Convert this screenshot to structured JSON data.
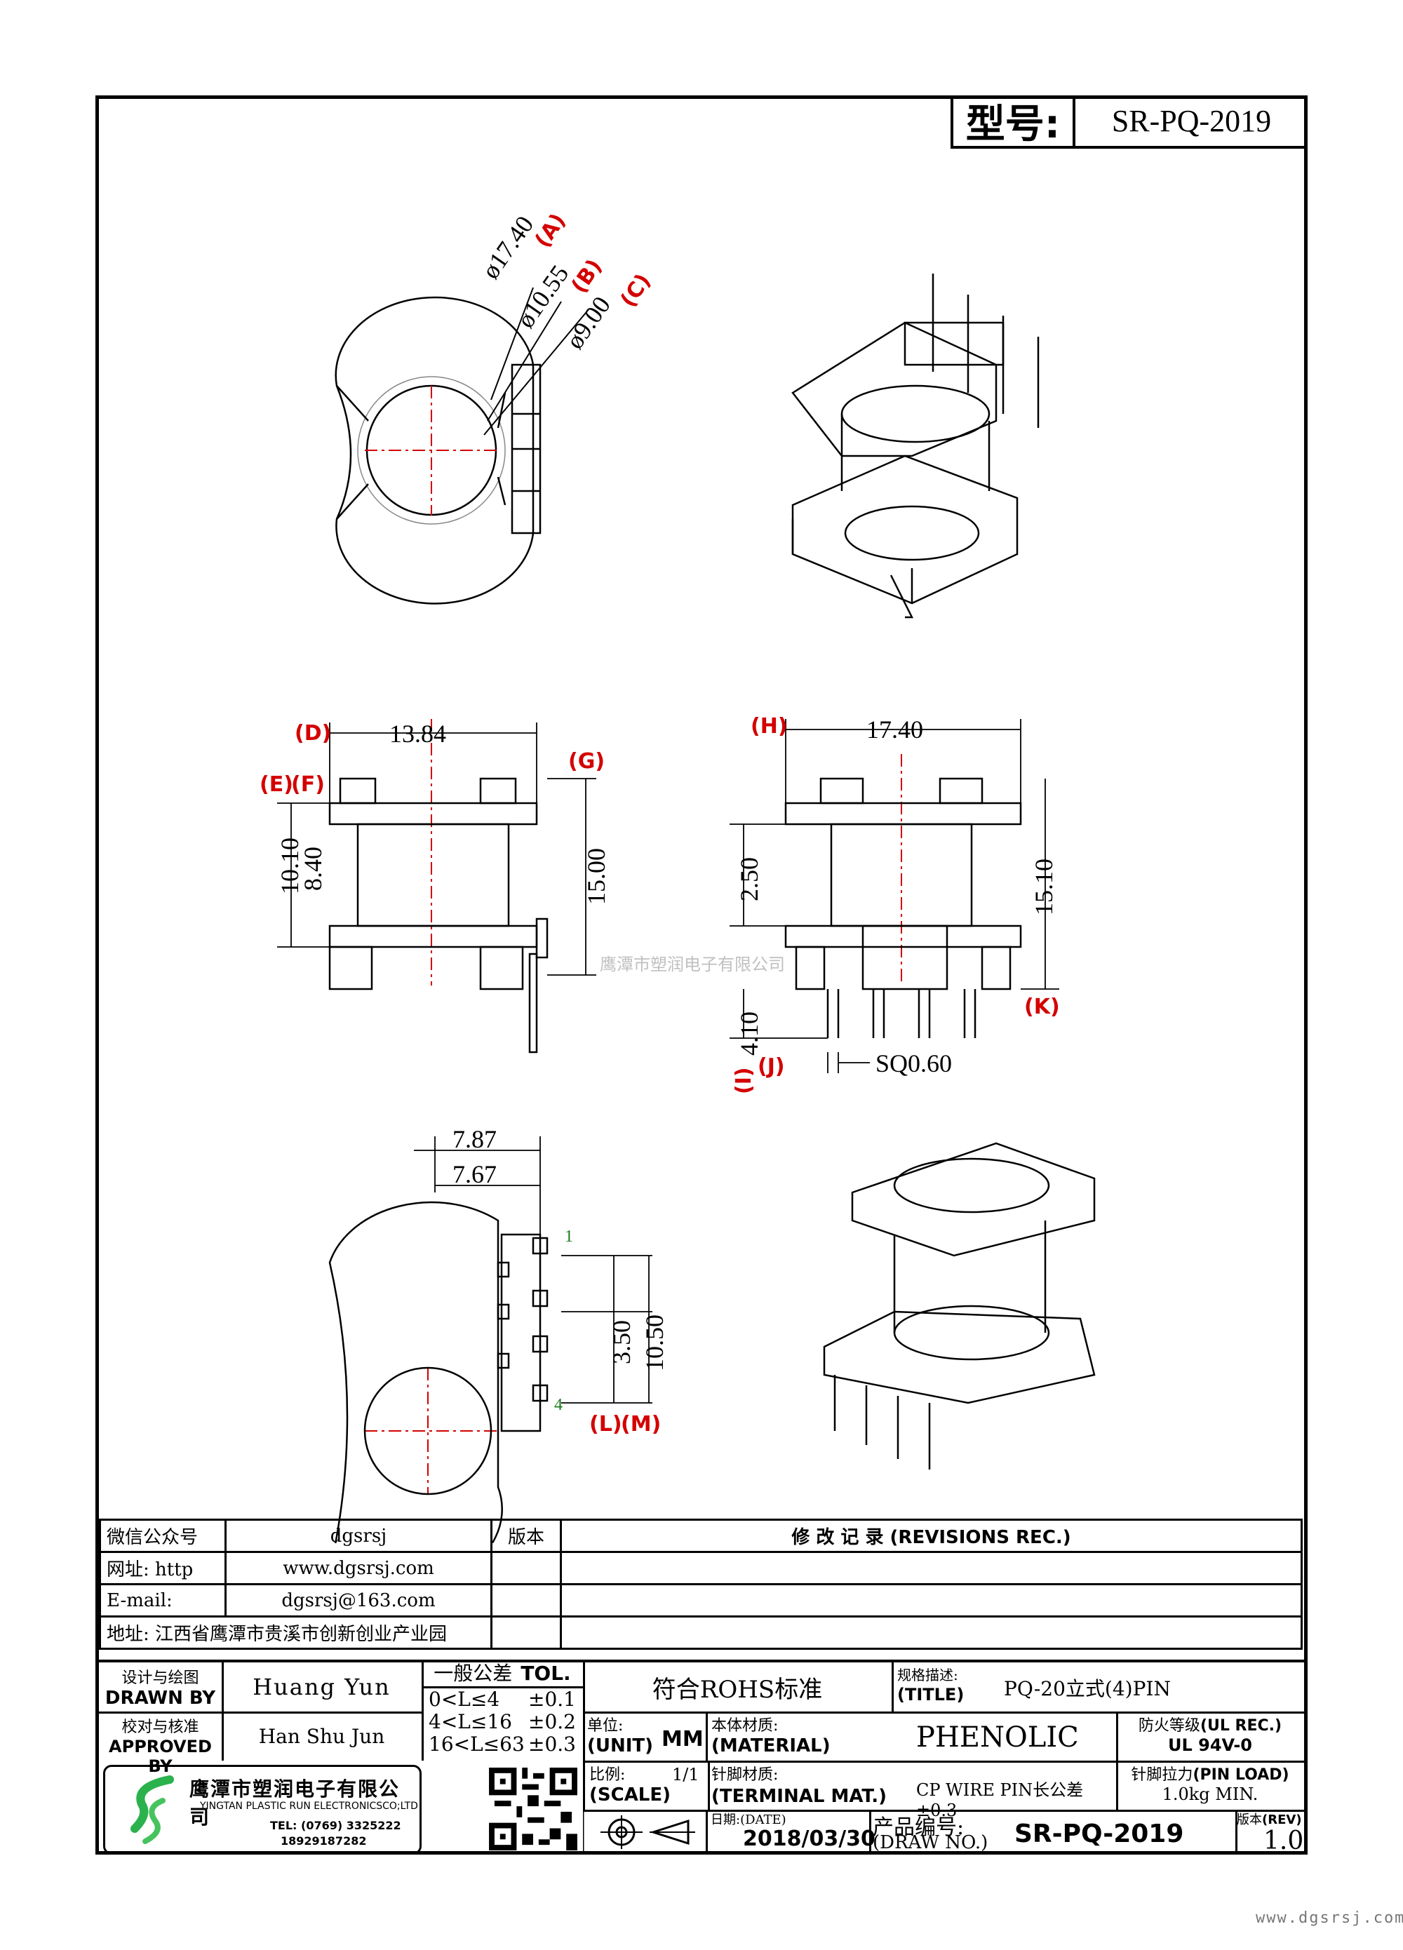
{
  "header": {
    "model_label": "型号:",
    "model_value": "SR-PQ-2019"
  },
  "drawing": {
    "dims": {
      "phi_a": "ø17.40",
      "phi_b": "ø10.55",
      "phi_c": "ø9.00",
      "d_1384": "13.84",
      "d_1010": "10.10",
      "d_840": "8.40",
      "d_1500": "15.00",
      "d_1740": "17.40",
      "d_250": "2.50",
      "d_1510": "15.10",
      "d_410": "4.10",
      "sq": "SQ0.60",
      "d_787": "7.87",
      "d_767": "7.67",
      "d_350": "3.50",
      "d_1050": "10.50"
    },
    "labels": {
      "A": "(A)",
      "B": "(B)",
      "C": "(C)",
      "D": "(D)",
      "E": "(E)",
      "F": "(F)",
      "G": "(G)",
      "H": "(H)",
      "I": "(I)",
      "J": "(J)",
      "K": "(K)",
      "L": "(L)",
      "M": "(M)"
    },
    "pins": {
      "first": "1",
      "last": "4"
    },
    "watermark": "鹰潭市塑润电子有限公司"
  },
  "info": {
    "wechat_label": "微信公众号",
    "wechat_value": "dgsrsj",
    "web_label": "网址: http",
    "web_value": "www.dgsrsj.com",
    "email_label": "E-mail:",
    "email_value": "dgsrsj@163.com",
    "address": "地址: 江西省鹰潭市贵溪市创新创业产业园",
    "version_col": "版本",
    "revisions": "修 改 记 录 (REVISIONS REC.)"
  },
  "titleblock": {
    "designer_cn": "设计与绘图",
    "designer_en": "DRAWN BY",
    "designer": "Huang Yun",
    "approver_cn": "校对与核准",
    "approver_en": "APPROVED BY",
    "approver": "Han Shu Jun",
    "tol_title_cn": "一般公差",
    "tol_title_en": "TOL.",
    "tol1_range": "0<L≤4",
    "tol1_val": "±0.1",
    "tol2_range": "4<L≤16",
    "tol2_val": "±0.2",
    "tol3_range": "16<L≤63",
    "tol3_val": "±0.3",
    "rohs": "符合ROHS标准",
    "spec_cn": "规格描述:",
    "spec_en": "(TITLE)",
    "spec": "PQ-20立式(4)PIN",
    "unit_cn": "单位:",
    "unit_en": "(UNIT)",
    "unit": "MM",
    "material_cn": "本体材质:",
    "material_en": "(MATERIAL)",
    "material": "PHENOLIC",
    "fire_cn": "防火等级",
    "fire_en": "(UL REC.)",
    "fire": "UL 94V-0",
    "scale_cn": "比例:",
    "scale_en": "(SCALE)",
    "scale": "1/1",
    "terminal_cn": "针脚材质:",
    "terminal_en": "(TERMINAL MAT.)",
    "terminal": "CP WIRE  PIN长公差±0.3",
    "pinload_cn": "针脚拉力",
    "pinload_en": "(PIN LOAD)",
    "pinload": "1.0kg MIN.",
    "date_cn": "日期:(DATE)",
    "date": "2018/03/30",
    "drawno_cn": "产品编号:",
    "drawno_en": "(DRAW NO.)",
    "drawno": "SR-PQ-2019",
    "rev_cn": "版本",
    "rev_en": "(REV)",
    "rev": "1.0",
    "company_cn": "鹰潭市塑润电子有限公司",
    "company_en": "YINGTAN PLASTIC RUN ELECTRONICSCO;LTD",
    "tel": "TEL: (0769) 3325222",
    "phone": "18929187282"
  },
  "footer": {
    "site": "www.dgsrsj.com"
  }
}
